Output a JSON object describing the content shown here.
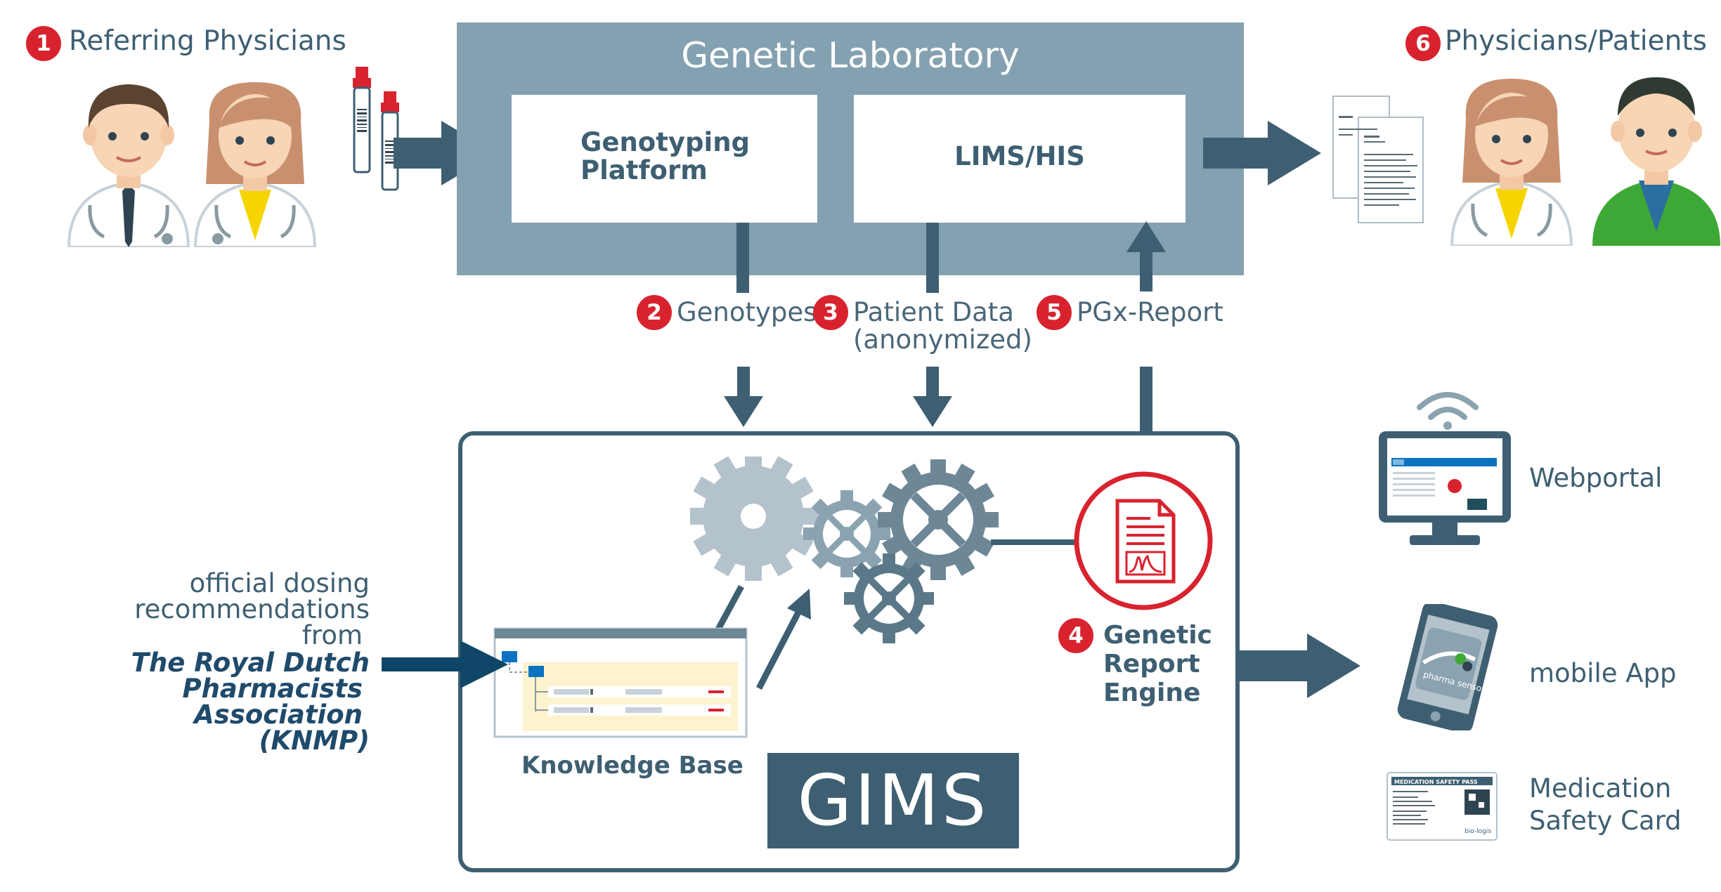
{
  "referring": {
    "badge": "1",
    "label": "Referring Physicians"
  },
  "lab": {
    "title": "Genetic Laboratory",
    "genotyping": [
      "Genotyping",
      "Platform"
    ],
    "lims": "LIMS/HIS"
  },
  "recipients": {
    "badge": "6",
    "label": "Physicians/Patients"
  },
  "steps": {
    "genotypes": {
      "badge": "2",
      "label": "Genotypes"
    },
    "patient_data": {
      "badge": "3",
      "line1": "Patient Data",
      "line2": "(anonymized)"
    },
    "pgx_report": {
      "badge": "5",
      "label": "PGx-Report"
    },
    "engine": {
      "badge": "4",
      "lines": [
        "Genetic",
        "Report",
        "Engine"
      ]
    }
  },
  "recommendations": {
    "plain": [
      "official dosing",
      "recommendations",
      "from"
    ],
    "italic": [
      "The Royal Dutch",
      "Pharmacists",
      "Association",
      "(KNMP)"
    ]
  },
  "knowledge_base": {
    "label": "Knowledge Base"
  },
  "gims": {
    "label": "GIMS"
  },
  "outputs": {
    "webportal": "Webportal",
    "mobile_app": "mobile App",
    "safety_card": [
      "Medication",
      "Safety Card"
    ]
  },
  "card": {
    "header": "MEDICATION SAFETY PASS",
    "logo": "bio-logis"
  },
  "phone": {
    "screen_text": "pharma sensor"
  },
  "colors": {
    "slate": "#3e5f72",
    "lab_bg": "#84a1b1",
    "badge_red": "#d8232f",
    "gear_light": "#b4c2cc",
    "gear_dark": "#5b7888",
    "kb_blue": "#0b72c1",
    "kb_bg": "#fdf3cf",
    "patient_green": "#3ea836",
    "arrow_navy": "#0f4667"
  },
  "icons": [
    "doctor-male-icon",
    "doctor-female-icon",
    "blood-tube-icon",
    "report-document-icon",
    "patient-icon",
    "gear-icon",
    "report-engine-icon",
    "monitor-icon",
    "wifi-icon",
    "smartphone-icon",
    "id-card-icon",
    "knowledge-base-window-icon"
  ]
}
